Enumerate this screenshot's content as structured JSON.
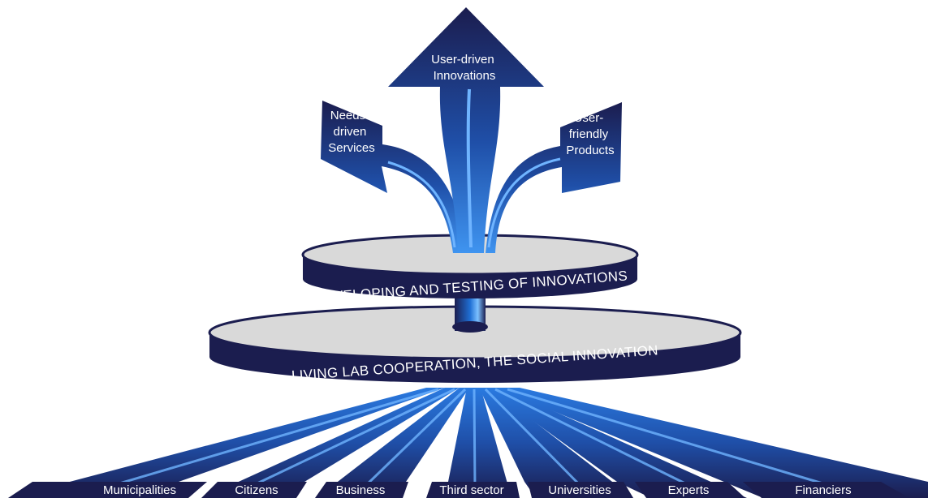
{
  "outputs": [
    {
      "id": "needs",
      "lines": [
        "Needs-",
        "driven",
        "Services"
      ]
    },
    {
      "id": "user-driven",
      "lines": [
        "User-driven",
        "Innovations"
      ]
    },
    {
      "id": "user-friendly",
      "lines": [
        "User-",
        "friendly",
        "Products"
      ]
    }
  ],
  "upper_disc": {
    "label": "DEVELOPING AND TESTING OF INNOVATIONS"
  },
  "lower_disc": {
    "label": "LIVING LAB COOPERATION, THE SOCIAL INNOVATION"
  },
  "stakeholders": [
    "Municipalities",
    "Citizens",
    "Business",
    "Third sector",
    "Universities",
    "Experts",
    "Financiers"
  ],
  "colors": {
    "navy": "#1b1d4f",
    "blue": "#1f6fd4",
    "light_blue": "#6fb4ff",
    "disc_top": "#d9d9d9",
    "text": "#ffffff"
  }
}
